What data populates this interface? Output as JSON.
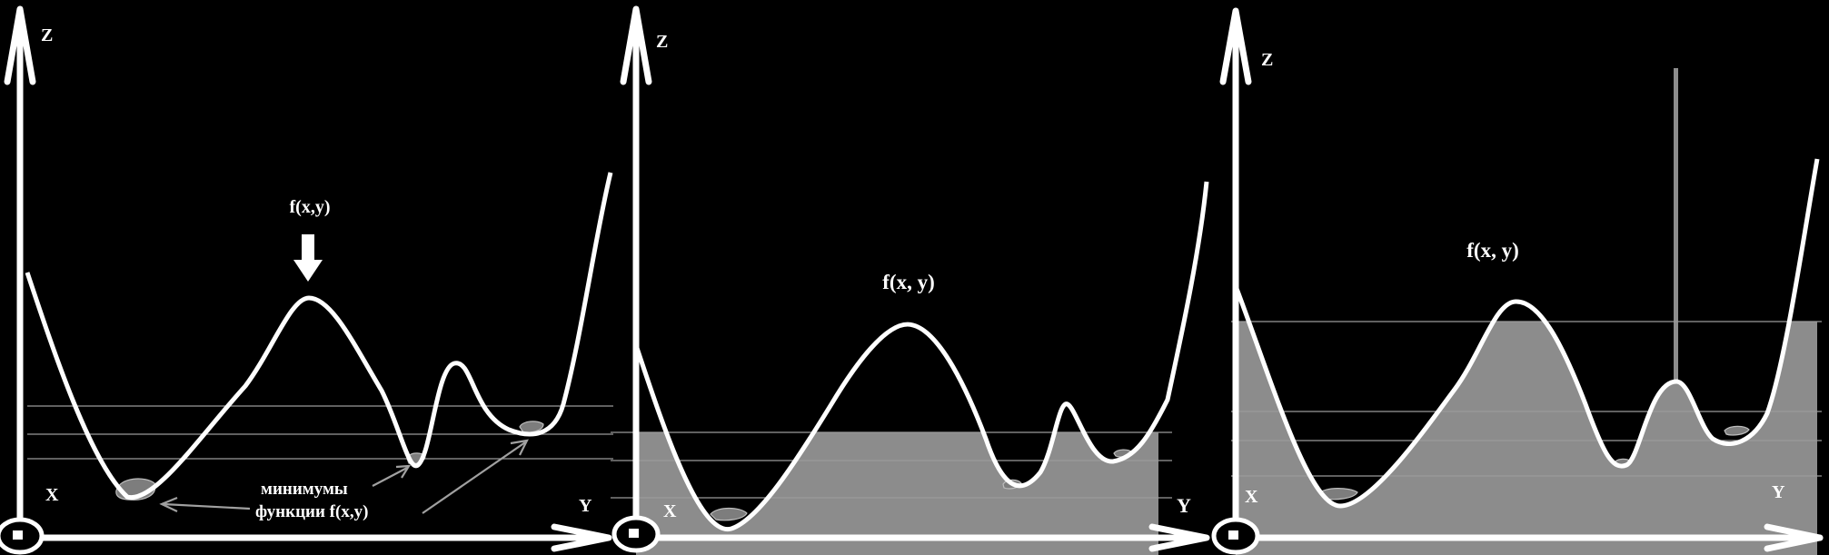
{
  "panels": [
    {
      "axis_z": "Z",
      "axis_x": "X",
      "axis_y": "Y",
      "function_label": "f(x,y)",
      "minima_label_line1": "минимумы",
      "minima_label_line2": "функции f(x,y)"
    },
    {
      "axis_z": "Z",
      "axis_x": "X",
      "axis_y": "Y",
      "function_label": "f(x, y)"
    },
    {
      "axis_z": "Z",
      "axis_x": "X",
      "axis_y": "Y",
      "function_label": "f(x, y)"
    }
  ],
  "colors": {
    "background": "#000000",
    "curve": "#ffffff",
    "water": "#8c8c8c",
    "level_line": "#9a9a9a",
    "annotation_arrow": "#a0a0a0"
  }
}
